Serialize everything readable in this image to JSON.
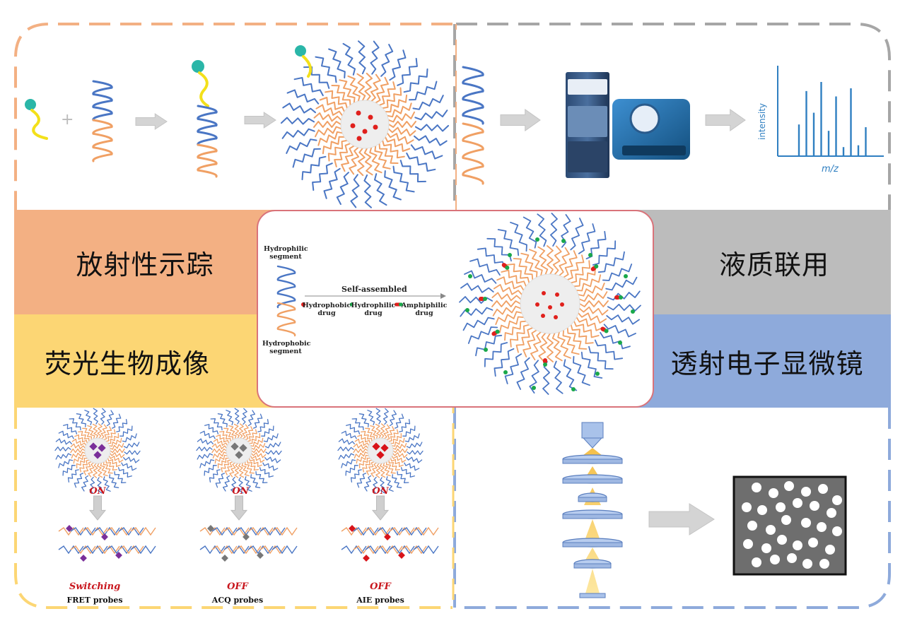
{
  "bands": {
    "radio": "放射性示踪",
    "lcms": "液质联用",
    "fluor": "荧光生物成像",
    "tem": "透射电子显微镜"
  },
  "colors": {
    "orange_band": "#f3b083",
    "gray_band": "#bcbcbc",
    "yellow_band": "#fcd674",
    "blue_band": "#8eaadb",
    "orange_tail": "#f0a064",
    "blue_tail": "#4a76c4",
    "core_red": "#e0201c",
    "green_drug": "#1aa84a"
  },
  "center": {
    "hydrophilic": "Hydrophilic segment",
    "hydrophobic": "Hydrophobic segment",
    "self_assembled": "Self-assembled",
    "legend": [
      {
        "label": "Hydrophobic drug",
        "icon": "red-dot"
      },
      {
        "label": "Hydrophilic drug",
        "icon": "green-dot"
      },
      {
        "label": "Amphiphilic drug",
        "icon": "red-green-capsule"
      }
    ]
  },
  "ms_plot": {
    "ylabel": "intensity",
    "xlabel": "m/z",
    "peaks": [
      0.35,
      0.72,
      0.48,
      0.82,
      0.28,
      0.66,
      0.1,
      0.75,
      0.12,
      0.32
    ]
  },
  "probes": [
    {
      "on": "ON",
      "state": "Switching",
      "name": "FRET probes",
      "dye": "#7a2f9a"
    },
    {
      "on": "ON",
      "state": "OFF",
      "name": "ACQ probes",
      "dye": "#777777"
    },
    {
      "on": "ON",
      "state": "OFF",
      "name": "AIE probes",
      "dye": "#d8141a"
    }
  ]
}
